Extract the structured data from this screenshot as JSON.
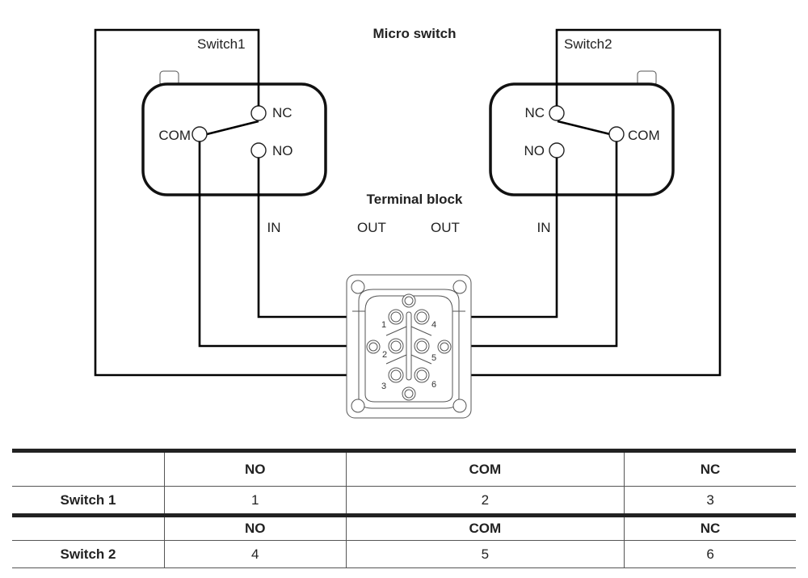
{
  "diagram": {
    "title_micro_switch": "Micro switch",
    "title_terminal_block": "Terminal block",
    "switch1": {
      "name": "Switch1",
      "contacts": {
        "nc": "NC",
        "no": "NO",
        "com": "COM"
      }
    },
    "switch2": {
      "name": "Switch2",
      "contacts": {
        "nc": "NC",
        "no": "NO",
        "com": "COM"
      }
    },
    "signal_labels": [
      "IN",
      "OUT",
      "OUT",
      "IN"
    ],
    "terminal_pins": [
      "1",
      "2",
      "3",
      "4",
      "5",
      "6"
    ]
  },
  "table": {
    "sections": [
      {
        "headers": [
          "",
          "NO",
          "COM",
          "NC"
        ],
        "row": {
          "label": "Switch 1",
          "values": [
            "1",
            "2",
            "3"
          ]
        }
      },
      {
        "headers": [
          "",
          "NO",
          "COM",
          "NC"
        ],
        "row": {
          "label": "Switch 2",
          "values": [
            "4",
            "5",
            "6"
          ]
        }
      }
    ]
  }
}
